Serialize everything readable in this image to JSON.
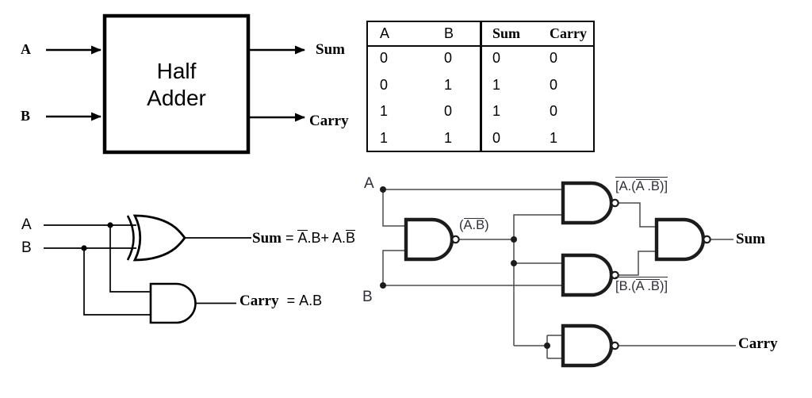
{
  "block_diagram": {
    "input_a": "A",
    "input_b": "B",
    "title_line1": "Half",
    "title_line2": "Adder",
    "output_sum": "Sum",
    "output_carry": "Carry"
  },
  "truth_table": {
    "headers": [
      "A",
      "B",
      "Sum",
      "Carry"
    ],
    "rows": [
      [
        "0",
        "0",
        "0",
        "0"
      ],
      [
        "0",
        "1",
        "1",
        "0"
      ],
      [
        "1",
        "0",
        "1",
        "0"
      ],
      [
        "1",
        "1",
        "0",
        "1"
      ]
    ]
  },
  "gate_circuit": {
    "input_a": "A",
    "input_b": "B",
    "sum_word": "Sum",
    "sum_eq": " = ",
    "sum_t1": "A",
    "sum_t2": ".B+ A.",
    "sum_t3": "B",
    "carry_word": "Carry",
    "carry_eq": "  = A.B"
  },
  "nand_circuit": {
    "input_a": "A",
    "input_b": "B",
    "g1_open": "(",
    "g1_over": "A.B",
    "g1_close": ")",
    "g2_open": "[A.(",
    "g2_inner": "A .B",
    "g2_close": ")]",
    "g3_open": "[B.(",
    "g3_inner": "A .B",
    "g3_close": ")]",
    "sum_label": "Sum",
    "carry_label": "Carry"
  },
  "colors": {
    "ink": "#000000",
    "wire_gray": "#4a4a4a",
    "gate_dark": "#1c1c1c",
    "label_dark": "#2f2f3a",
    "background": "#ffffff"
  }
}
